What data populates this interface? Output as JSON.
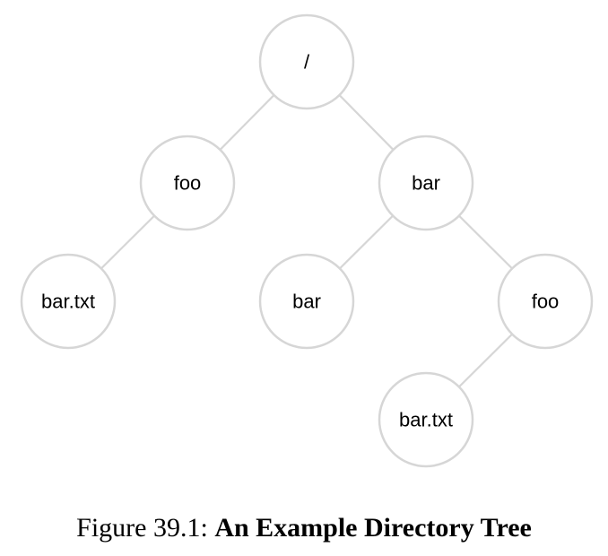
{
  "diagram": {
    "nodes": [
      {
        "id": "root",
        "label": "/"
      },
      {
        "id": "foo",
        "label": "foo"
      },
      {
        "id": "bar",
        "label": "bar"
      },
      {
        "id": "foo-bar-txt",
        "label": "bar.txt"
      },
      {
        "id": "bar-bar",
        "label": "bar"
      },
      {
        "id": "bar-foo",
        "label": "foo"
      },
      {
        "id": "bar-foo-bar-txt",
        "label": "bar.txt"
      }
    ],
    "edges": [
      {
        "from": "root",
        "to": "foo"
      },
      {
        "from": "root",
        "to": "bar"
      },
      {
        "from": "foo",
        "to": "foo-bar-txt"
      },
      {
        "from": "bar",
        "to": "bar-bar"
      },
      {
        "from": "bar",
        "to": "bar-foo"
      },
      {
        "from": "bar-foo",
        "to": "bar-foo-bar-txt"
      }
    ]
  },
  "caption": {
    "prefix": "Figure 39.1:",
    "title": "An Example Directory Tree"
  },
  "colors": {
    "node_stroke": "#d6d6d6",
    "edge": "#d6d6d6",
    "text": "#000000"
  }
}
